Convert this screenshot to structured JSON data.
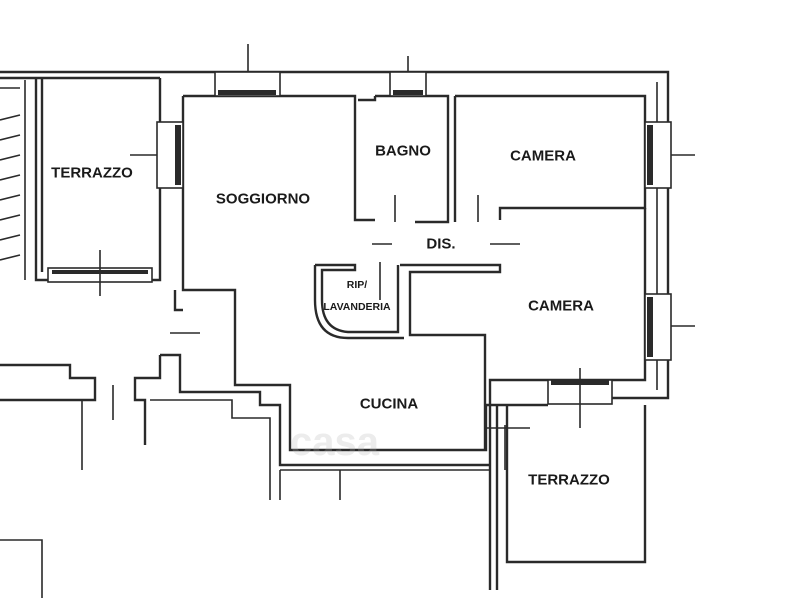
{
  "rooms": {
    "terrazzo_left": "TERRAZZO",
    "soggiorno": "SOGGIORNO",
    "bagno": "BAGNO",
    "camera_top": "CAMERA",
    "dis": "DIS.",
    "rip_line1": "RIP/",
    "rip_line2": "LAVANDERIA",
    "camera_mid": "CAMERA",
    "cucina": "CUCINA",
    "terrazzo_right": "TERRAZZO"
  },
  "watermark": {
    "text": "casa"
  },
  "colors": {
    "walls": "#2a2a2a",
    "background": "#ffffff"
  }
}
